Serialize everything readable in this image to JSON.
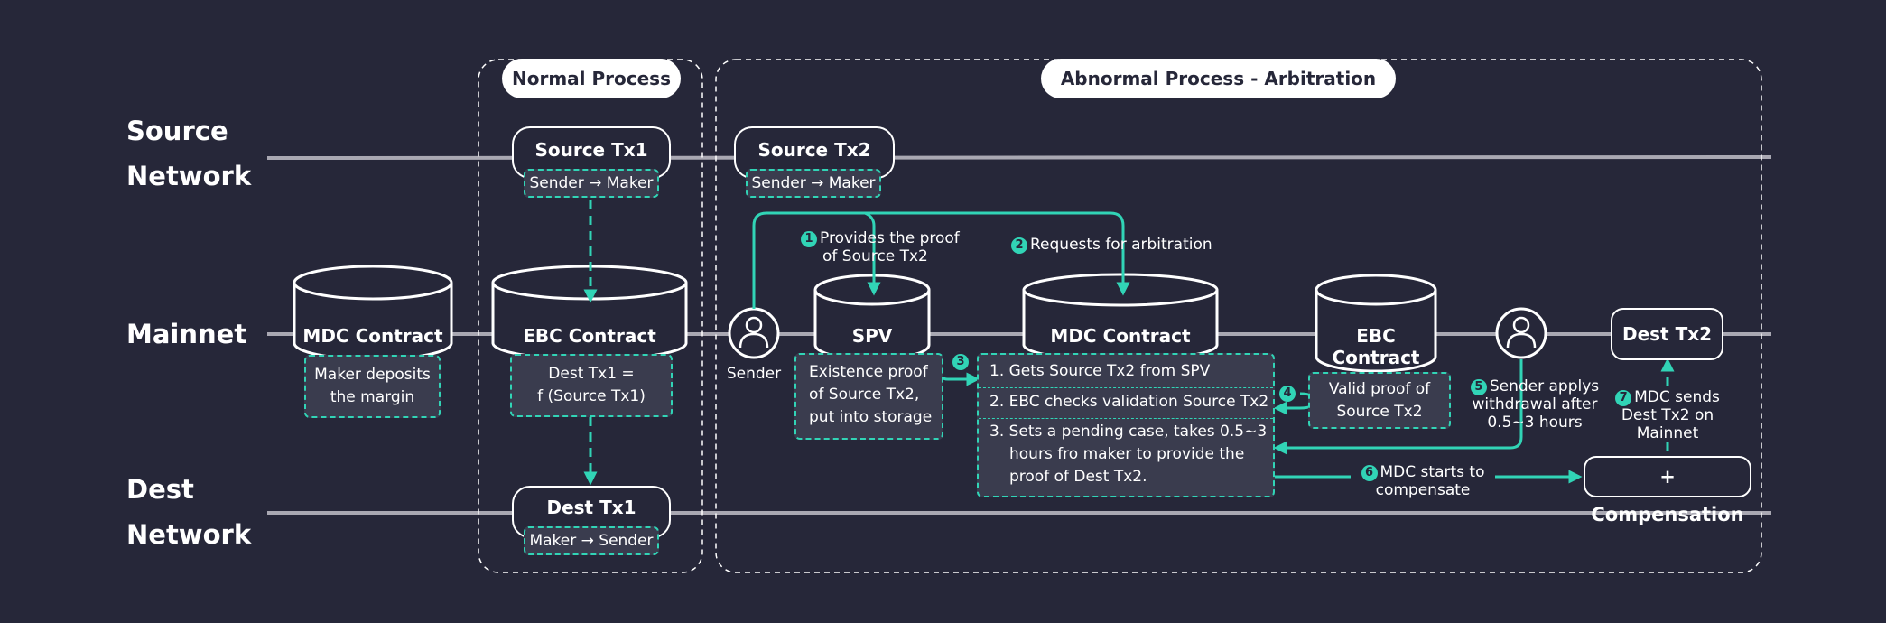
{
  "lanes": {
    "source": [
      "Source",
      "Network"
    ],
    "mainnet": "Mainnet",
    "dest": [
      "Dest",
      "Network"
    ]
  },
  "sections": {
    "normal": "Normal Process",
    "abnormal": "Abnormal Process - Arbitration"
  },
  "normal": {
    "source_tx1": "Source Tx1",
    "source_tx1_note": "Sender → Maker",
    "ebc_contract": "EBC Contract",
    "ebc_note": [
      "Dest Tx1 =",
      "f (Source Tx1)"
    ],
    "dest_tx1": "Dest Tx1",
    "dest_tx1_note": "Maker → Sender"
  },
  "left": {
    "mdc_contract": "MDC Contract",
    "mdc_note": [
      "Maker deposits",
      "the margin"
    ]
  },
  "abnormal": {
    "source_tx2": "Source Tx2",
    "source_tx2_note": "Sender → Maker",
    "sender_label": "Sender",
    "spv": "SPV",
    "spv_note": [
      "Existence proof",
      "of Source Tx2,",
      "put into storage"
    ],
    "mdc_contract": "MDC Contract",
    "mdc_steps": [
      "1. Gets Source Tx2 from SPV",
      "2. EBC checks validation Source Tx2",
      "3. Sets a pending case, takes 0.5~3",
      "hours fro maker to provide the",
      "proof of Dest Tx2."
    ],
    "ebc_contract": [
      "EBC",
      "Contract"
    ],
    "ebc_note": [
      "Valid proof of",
      "Source Tx2"
    ],
    "dest_tx2": "Dest Tx2",
    "compensation": "+ Compensation",
    "steps": {
      "s1": {
        "num": "1",
        "text": [
          "Provides the proof",
          "of Source Tx2"
        ]
      },
      "s2": {
        "num": "2",
        "text": "Requests for arbitration"
      },
      "s3": {
        "num": "3"
      },
      "s4": {
        "num": "4"
      },
      "s5": {
        "num": "5",
        "text": [
          "Sender applys",
          "withdrawal after",
          "0.5~3 hours"
        ]
      },
      "s6": {
        "num": "6",
        "text": [
          "MDC starts to",
          "compensate"
        ]
      },
      "s7": {
        "num": "7",
        "text": [
          "MDC sends",
          "Dest Tx2 on",
          "Mainnet"
        ]
      }
    }
  },
  "colors": {
    "background": "#262739",
    "accent": "#31d4b6",
    "line": "#a9a8b2",
    "note_fill": "#3a3c4e"
  },
  "icons": [
    "user-icon"
  ]
}
